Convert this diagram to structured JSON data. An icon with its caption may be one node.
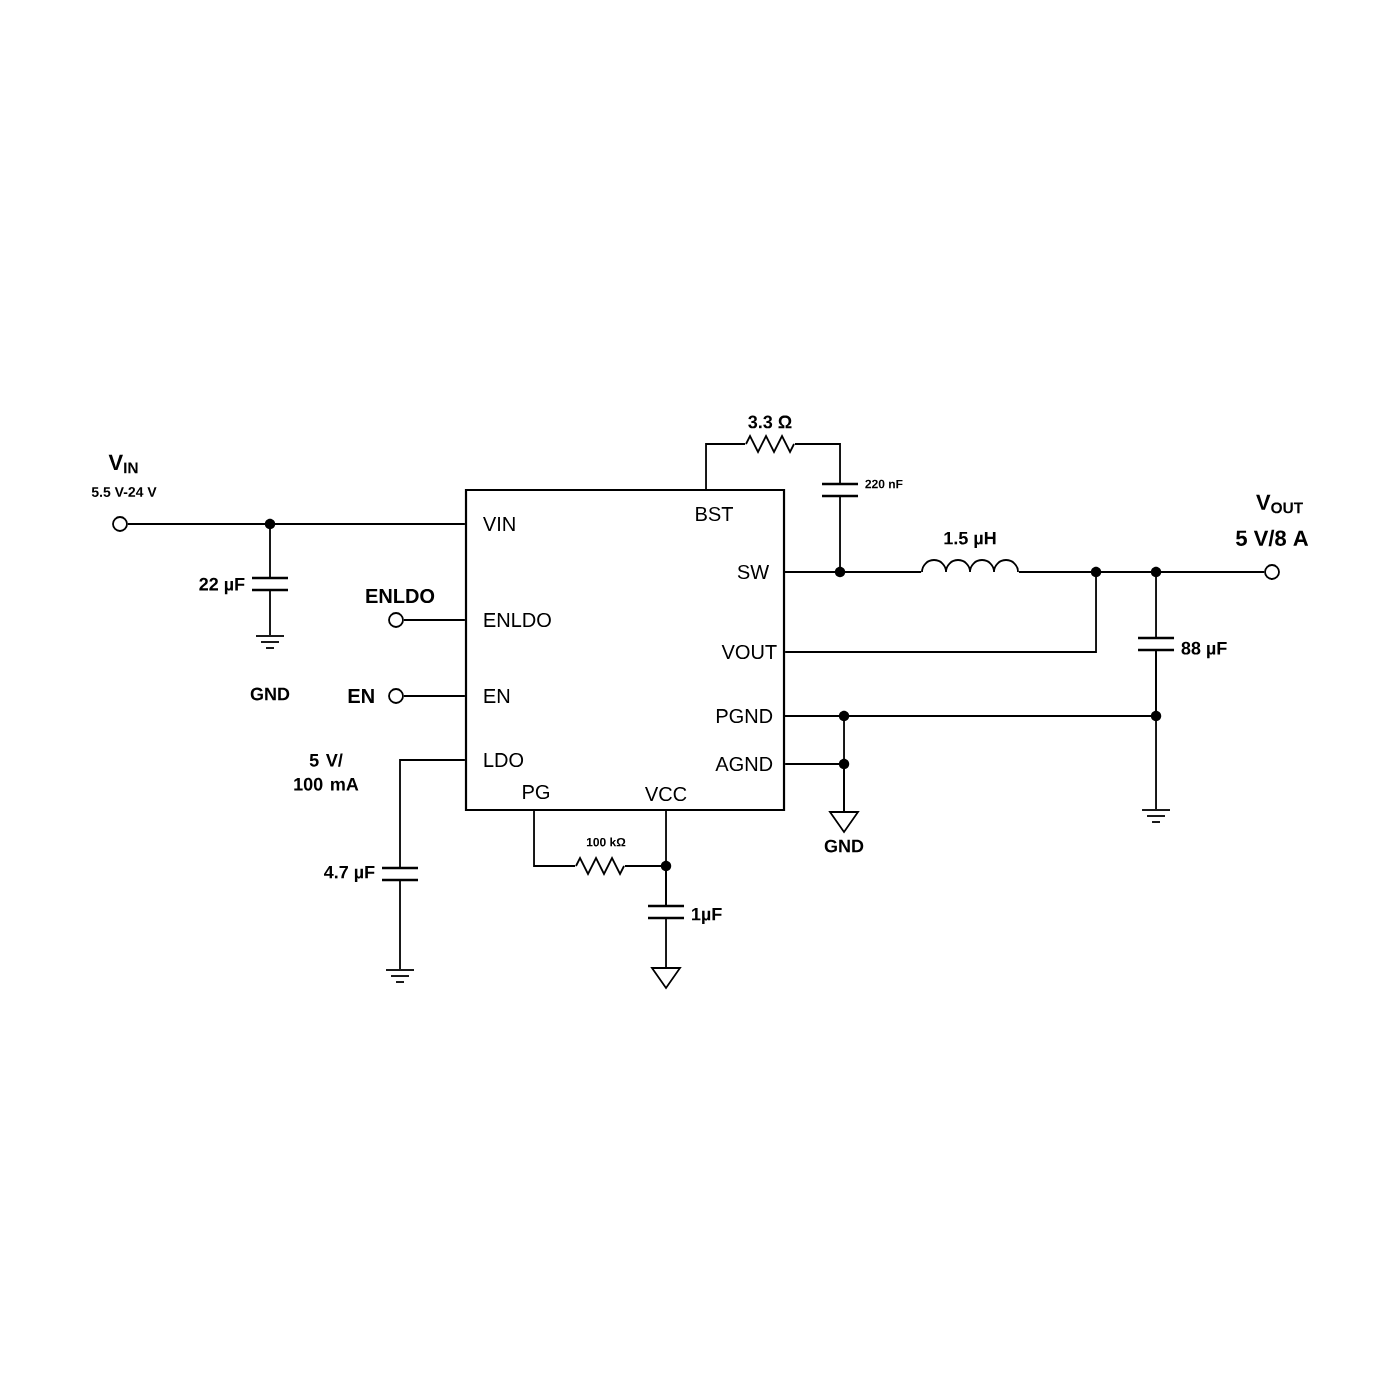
{
  "diagram": {
    "nodes": [
      {
        "text": [
          "VIN",
          "ENLDO",
          "EN",
          "LDO",
          "PG",
          "BST",
          "SW",
          "VOUT",
          "PGND",
          "AGND",
          "VCC"
        ]
      },
      {
        "text": [],
        "shape": "circle",
        "beside": [
          "V$_{IN}$",
          "5.5 V-24 V"
        ]
      },
      {
        "text": [],
        "shape": "circle",
        "beside": [
          "ENLDO"
        ]
      },
      {
        "text": [],
        "shape": "circle",
        "beside": [
          "EN"
        ]
      },
      {
        "text": [],
        "shape": "circle",
        "beside": [
          "V$_{OUT}$",
          "5 V/8 A"
        ]
      },
      {
        "text": [
          "22 µF"
        ]
      },
      {
        "text": [
          "4.7 µF"
        ]
      },
      {
        "text": [
          "3.3 Ω"
        ]
      },
      {
        "text": [
          "220 nF"
        ]
      },
      {
        "text": [
          "1.5 µH"
        ]
      },
      {
        "text": [
          "88 µF"
        ]
      },
      {
        "text": [
          "100 kΩ"
        ]
      },
      {
        "text": [
          "1µF"
        ]
      },
      {
        "text": [
          "GND"
        ]
      },
      {
        "text": [],
        "shape": "ground"
      },
      {
        "text": [],
        "shape": "ground"
      },
      {
        "text": [
          "GND"
        ]
      },
      {
        "text": [],
        "shape": "ground"
      }
    ],
    "edges": [
      {
        "from": 1,
        "to": 0,
        "arrow": "none"
      },
      {
        "from": 1,
        "to": 5,
        "arrow": "none"
      },
      {
        "from": 2,
        "to": 0,
        "arrow": "none"
      },
      {
        "from": 3,
        "to": 0,
        "arrow": "none"
      },
      {
        "from": 6,
        "to": 0,
        "arrow": "none"
      },
      {
        "from": 0,
        "to": 7,
        "arrow": "none"
      },
      {
        "from": 7,
        "to": 8,
        "arrow": "none"
      },
      {
        "from": 8,
        "to": 0,
        "arrow": "none"
      },
      {
        "from": 0,
        "to": 9,
        "arrow": "none"
      },
      {
        "from": 9,
        "to": 4,
        "arrow": "none"
      },
      {
        "from": 0,
        "to": 4,
        "arrow": "none"
      },
      {
        "from": 10,
        "to": 4,
        "arrow": "none"
      },
      {
        "from": 0,
        "to": 10,
        "arrow": "none"
      },
      {
        "from": 0,
        "to": 11,
        "arrow": "none"
      },
      {
        "from": 11,
        "to": 12,
        "arrow": "none"
      },
      {
        "from": 0,
        "to": 12,
        "arrow": "none"
      },
      {
        "from": 5,
        "to": 13,
        "arrow": "none"
      },
      {
        "from": 6,
        "to": 14,
        "arrow": "none"
      },
      {
        "from": 10,
        "to": 15,
        "arrow": "none"
      },
      {
        "from": 0,
        "to": 16,
        "arrow": "none"
      },
      {
        "from": 0,
        "to": 16,
        "arrow": "none"
      },
      {
        "from": 12,
        "to": 17,
        "arrow": "none"
      }
    ],
    "labels": [
      "5 V/ 100 mA"
    ]
  }
}
